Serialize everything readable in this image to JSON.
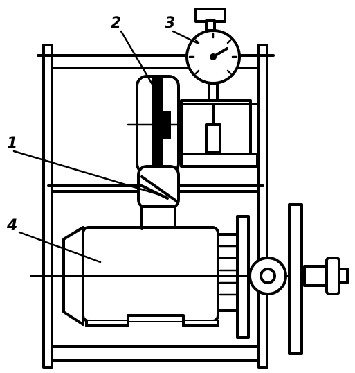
{
  "figure": {
    "callouts": [
      {
        "label": "1"
      },
      {
        "label": "2"
      },
      {
        "label": "3"
      },
      {
        "label": "4"
      }
    ]
  },
  "colors": {
    "line": "#000000",
    "background": "#ffffff"
  }
}
